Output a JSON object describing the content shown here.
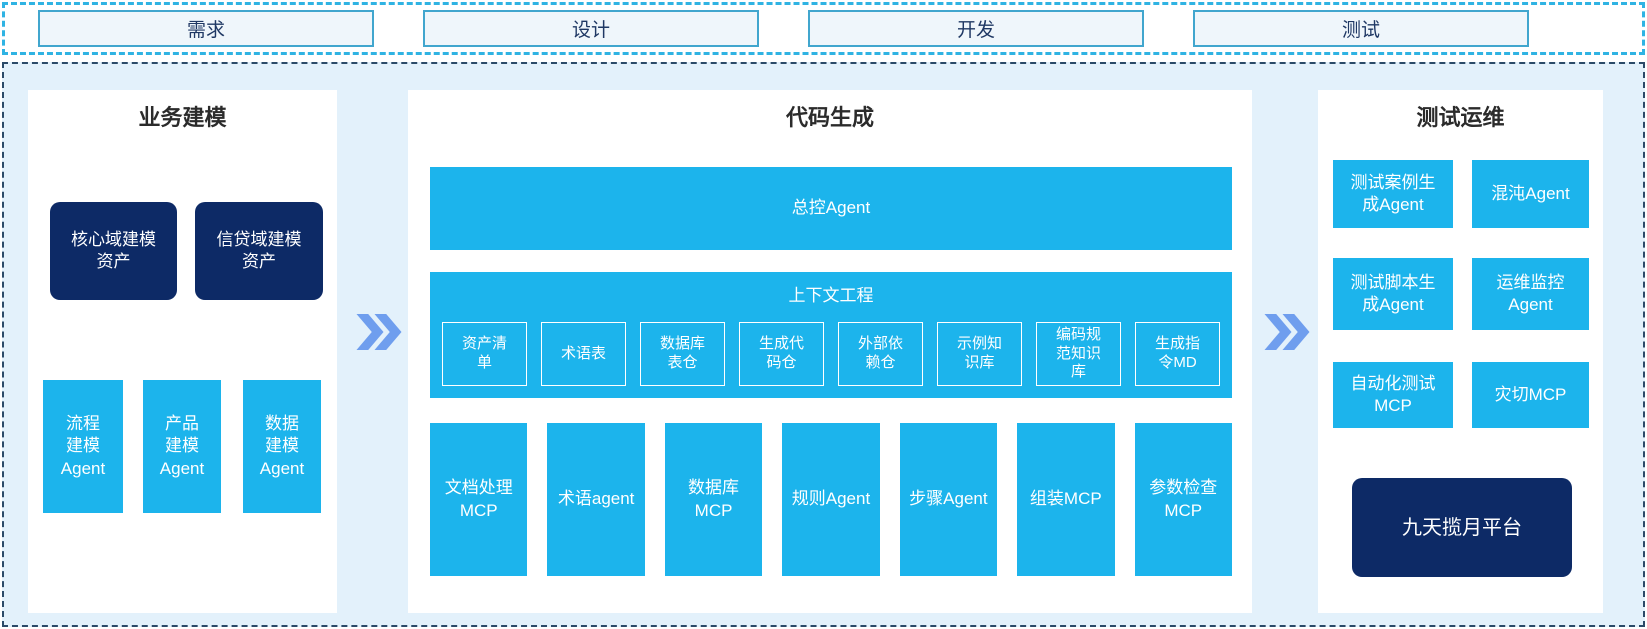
{
  "colors": {
    "cyan": "#1cb4ec",
    "navy": "#0d2a66",
    "arrow": "#6f9eee",
    "container_bg": "#e3f1fb",
    "phase_border": "#41a6ce",
    "dashed_border": "#2b4a68"
  },
  "phases": [
    {
      "label": "需求"
    },
    {
      "label": "设计"
    },
    {
      "label": "开发"
    },
    {
      "label": "测试"
    }
  ],
  "business_modeling": {
    "title": "业务建模",
    "asset_boxes": [
      "核心域建模\n资产",
      "信贷域建模\n资产"
    ],
    "agent_boxes": [
      "流程\n建模\nAgent",
      "产品\n建模\nAgent",
      "数据\n建模\nAgent"
    ]
  },
  "code_generation": {
    "title": "代码生成",
    "master_bar": "总控Agent",
    "context_engineering": {
      "title": "上下文工程",
      "items": [
        "资产清\n单",
        "术语表",
        "数据库\n表仓",
        "生成代\n码仓",
        "外部依\n赖仓",
        "示例知\n识库",
        "编码规\n范知识\n库",
        "生成指\n令MD"
      ]
    },
    "tools": [
      "文档处理\nMCP",
      "术语agent",
      "数据库\nMCP",
      "规则Agent",
      "步骤Agent",
      "组装MCP",
      "参数检查\nMCP"
    ]
  },
  "test_ops": {
    "title": "测试运维",
    "boxes": [
      "测试案例生\n成Agent",
      "混沌Agent",
      "测试脚本生\n成Agent",
      "运维监控\nAgent",
      "自动化测试\nMCP",
      "灾切MCP"
    ],
    "platform": "九天揽月平台"
  }
}
